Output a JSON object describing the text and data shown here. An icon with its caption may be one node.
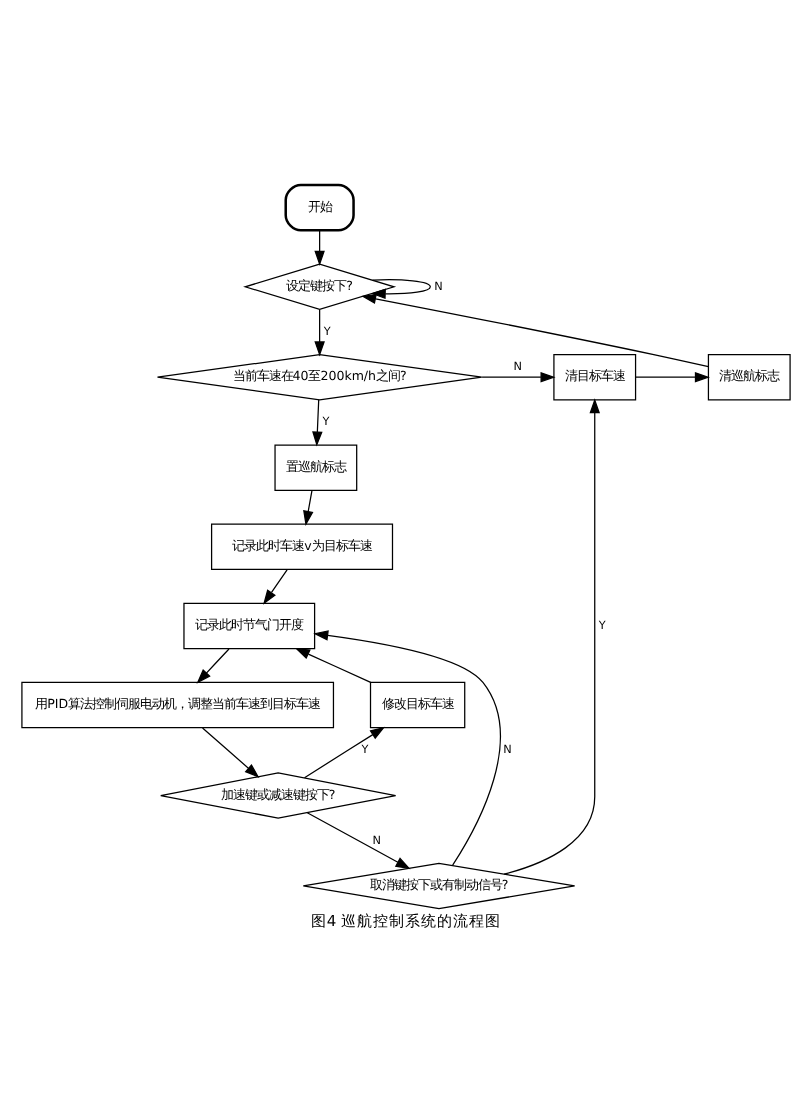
{
  "diagram": {
    "caption": "图4 巡航控制系统的流程图",
    "nodes": [
      {
        "text": [
          "开始"
        ]
      },
      {
        "text": [
          "设定键按下?"
        ]
      },
      {
        "text": [
          "当前车速在40至200km/h之间?"
        ]
      },
      {
        "text": [
          "置巡航标志"
        ]
      },
      {
        "text": [
          "记录此时车速v为目标车速"
        ]
      },
      {
        "text": [
          "记录此时节气门开度"
        ]
      },
      {
        "text": [
          "用PID算法控制伺服电动机，调整当前车速到目标车速"
        ]
      },
      {
        "text": [
          "修改目标车速"
        ]
      },
      {
        "text": [
          "加速键或减速键按下?"
        ]
      },
      {
        "text": [
          "取消键按下或有制动信号?"
        ]
      },
      {
        "text": [
          "清目标车速"
        ]
      },
      {
        "text": [
          "清巡航标志"
        ]
      }
    ],
    "edges": [
      {
        "from": 0,
        "to": 1,
        "arrow": "to"
      },
      {
        "from": 1,
        "to": 1,
        "label": "N",
        "arrow": "to"
      },
      {
        "from": 1,
        "to": 2,
        "label": "Y",
        "arrow": "to"
      },
      {
        "from": 2,
        "to": 3,
        "label": "Y",
        "arrow": "to"
      },
      {
        "from": 2,
        "to": 10,
        "label": "N",
        "arrow": "to"
      },
      {
        "from": 10,
        "to": 11,
        "arrow": "to"
      },
      {
        "from": 11,
        "to": 1,
        "arrow": "to"
      },
      {
        "from": 3,
        "to": 4,
        "arrow": "to"
      },
      {
        "from": 4,
        "to": 5,
        "arrow": "to"
      },
      {
        "from": 5,
        "to": 6,
        "arrow": "to"
      },
      {
        "from": 6,
        "to": 8,
        "arrow": "to"
      },
      {
        "from": 8,
        "to": 7,
        "label": "Y",
        "arrow": "to"
      },
      {
        "from": 7,
        "to": 5,
        "arrow": "to"
      },
      {
        "from": 8,
        "to": 9,
        "label": "N",
        "arrow": "to"
      },
      {
        "from": 9,
        "to": 5,
        "label": "N",
        "arrow": "to"
      },
      {
        "from": 9,
        "to": 10,
        "label": "Y",
        "arrow": "to"
      }
    ]
  }
}
